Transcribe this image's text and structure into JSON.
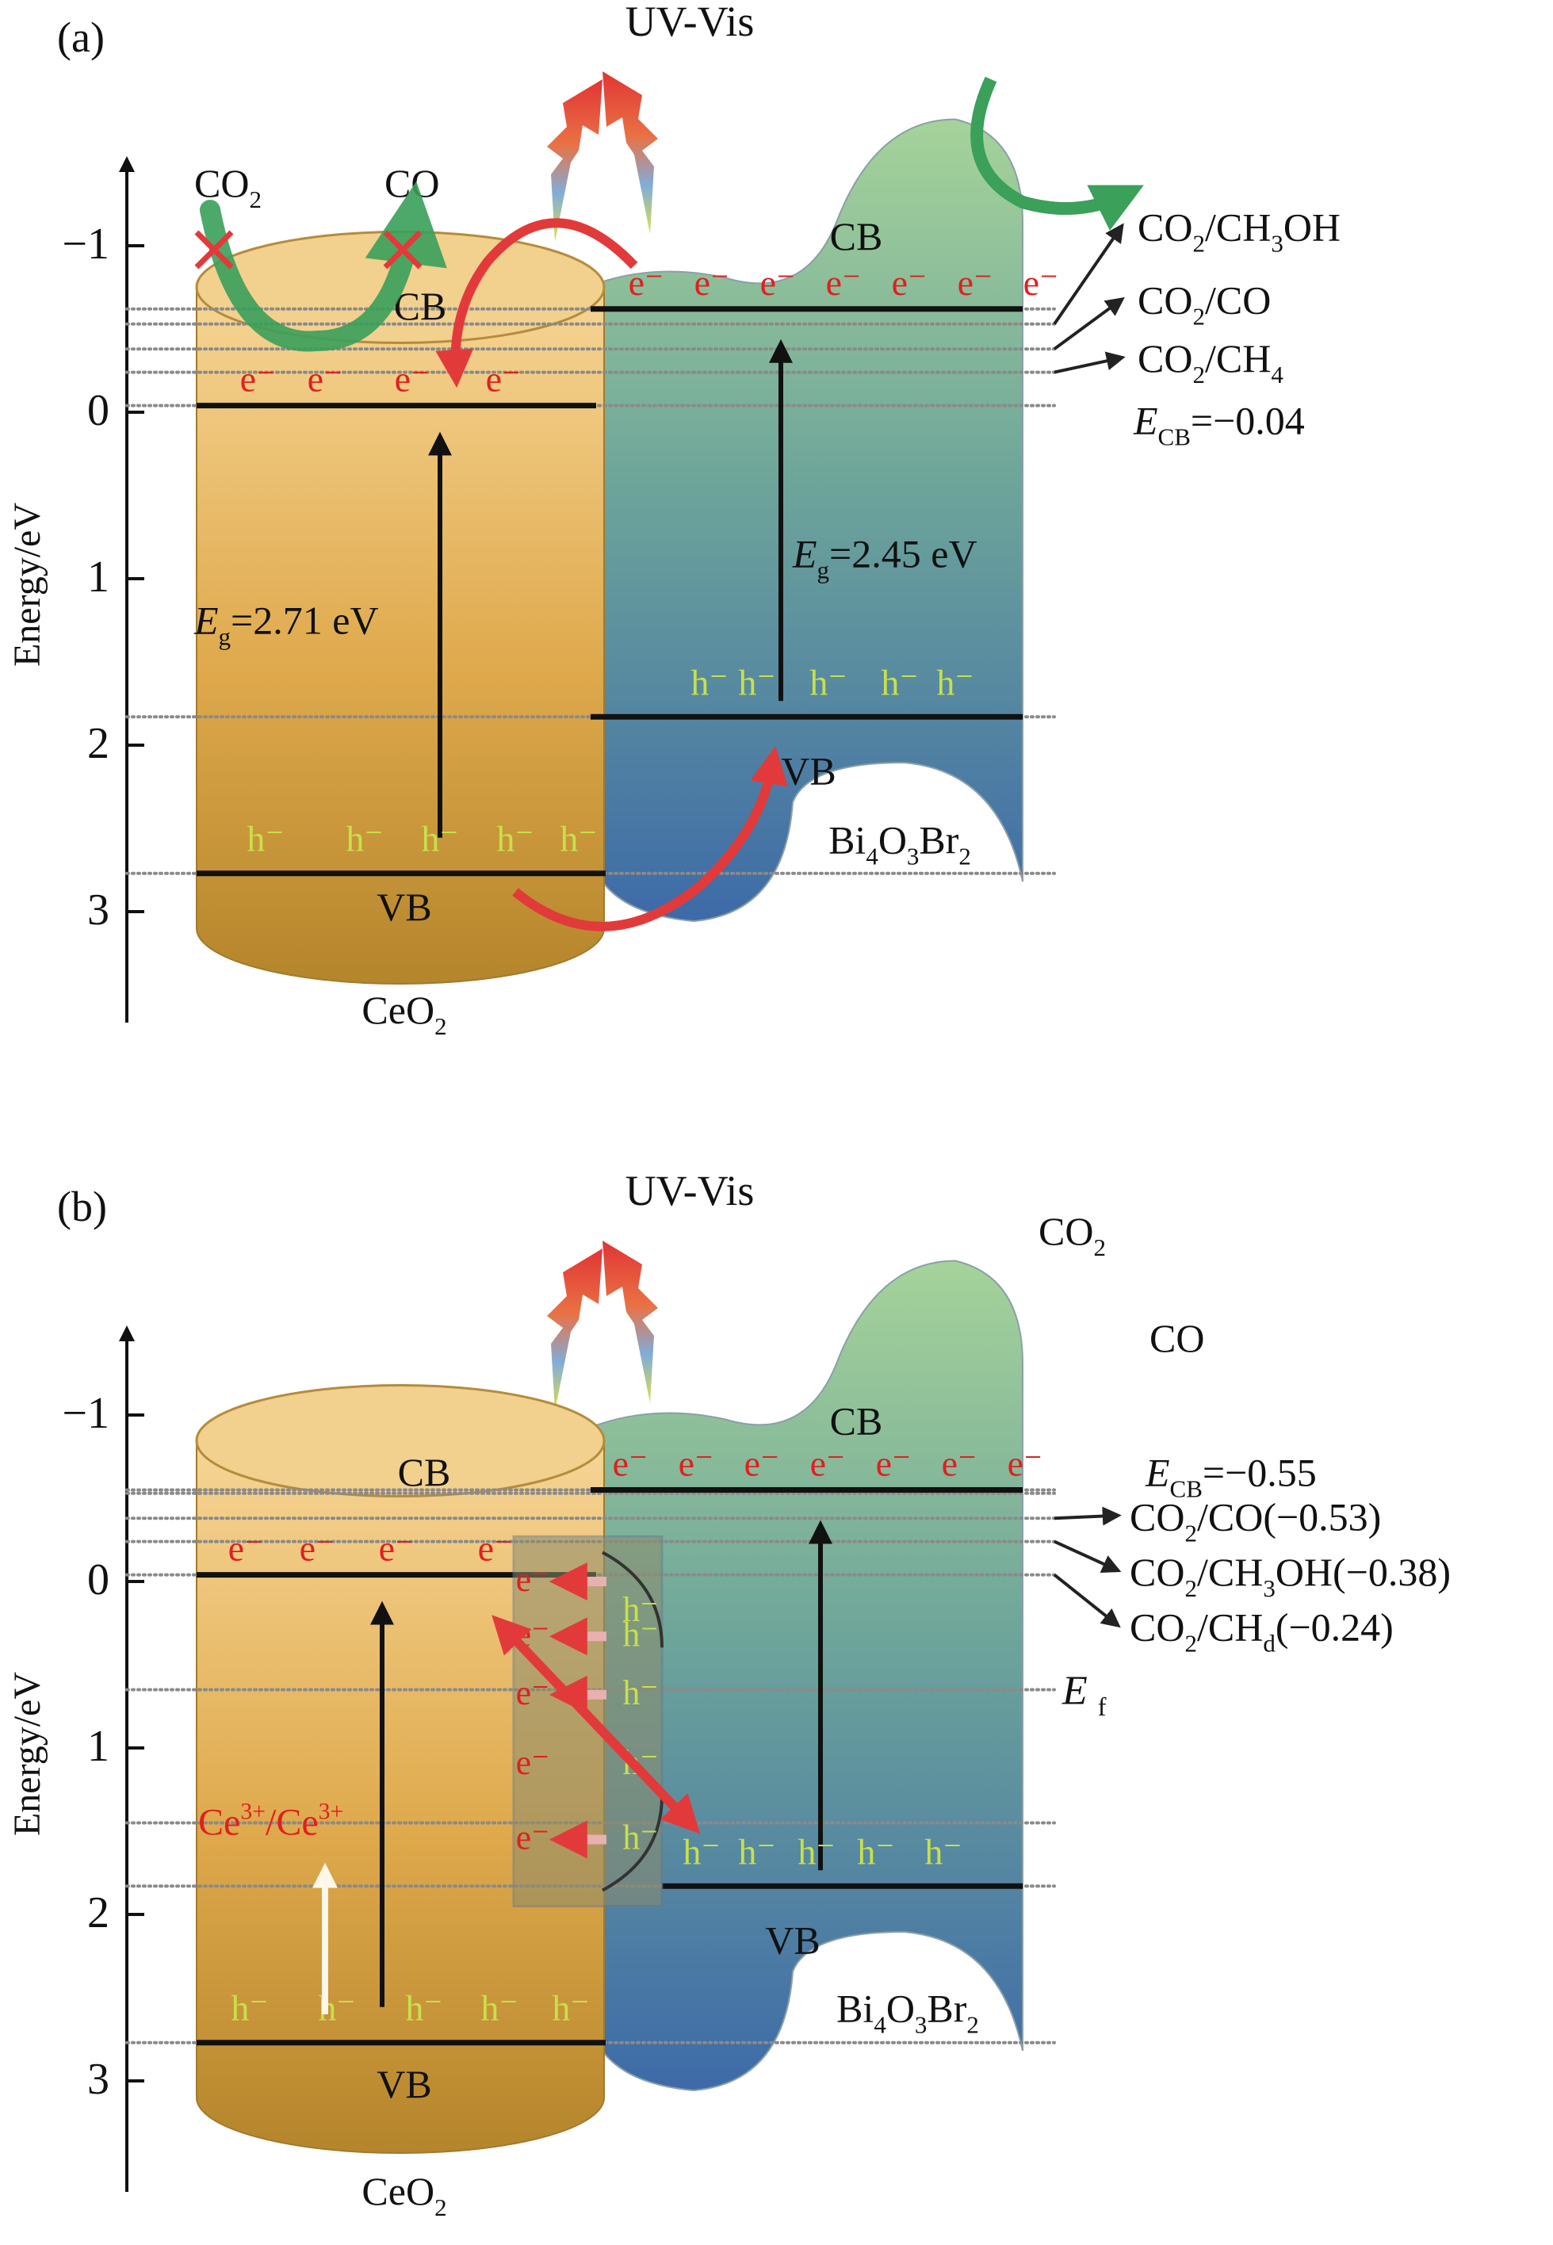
{
  "panel_a": {
    "label": "(a)",
    "light": "UV-Vis",
    "axis": {
      "label": "Energy/eV",
      "ticks": [
        "−1",
        "0",
        "1",
        "2",
        "3"
      ],
      "values": [
        -1,
        0,
        1,
        2,
        3
      ]
    },
    "left_material": {
      "name": "CeO",
      "sub": "2",
      "cb": "CB",
      "vb": "VB",
      "cb_ev": -0.04,
      "vb_ev": 2.77
    },
    "right_material": {
      "name": "Bi",
      "sub1": "4",
      "mid1": "O",
      "sub2": "3",
      "mid2": "Br",
      "sub3": "2",
      "cb": "CB",
      "vb": "VB",
      "cb_ev": -0.62,
      "vb_ev": 1.83
    },
    "gap_left": {
      "sym": "E",
      "sub": "g",
      "val": "=2.71 eV"
    },
    "gap_right": {
      "sym": "E",
      "sub": "g",
      "val": "=2.45 eV"
    },
    "reactant": {
      "name": "CO",
      "sub": "2"
    },
    "product": "CO",
    "electron": "e⁻",
    "hole": "h⁻",
    "levels": [
      {
        "pre": "CO",
        "sub": "2",
        "post": "/CH",
        "sub2": "3",
        "post2": "OH"
      },
      {
        "pre": "CO",
        "sub": "2",
        "post": "/CO",
        "sub2": "",
        "post2": ""
      },
      {
        "pre": "CO",
        "sub": "2",
        "post": "/CH",
        "sub2": "4",
        "post2": ""
      }
    ],
    "ecb": {
      "sym": "E",
      "sub": "CB",
      "val": "=−0.04"
    },
    "level_lines_ev": [
      -0.62,
      -0.53,
      -0.38,
      -0.24,
      -0.04,
      1.83,
      2.77
    ]
  },
  "panel_b": {
    "label": "(b)",
    "light": "UV-Vis",
    "axis": {
      "label": "Energy/eV",
      "ticks": [
        "−1",
        "0",
        "1",
        "2",
        "3"
      ],
      "values": [
        -1,
        0,
        1,
        2,
        3
      ]
    },
    "left_material": {
      "name": "CeO",
      "sub": "2",
      "cb": "CB",
      "vb": "VB",
      "cb_ev": -0.04,
      "vb_ev": 2.77
    },
    "right_material": {
      "name": "Bi",
      "sub1": "4",
      "mid1": "O",
      "sub2": "3",
      "mid2": "Br",
      "sub3": "2",
      "cb": "CB",
      "vb": "VB",
      "cb_ev": -0.55,
      "vb_ev": 1.83
    },
    "reactant": {
      "name": "CO",
      "sub": "2"
    },
    "product": "CO",
    "electron": "e⁻",
    "hole": "h⁻",
    "ce_pair": {
      "a": "Ce",
      "sup_a": "3+",
      "mid": "/Ce",
      "sup_b": "3+"
    },
    "ecb": {
      "sym": "E",
      "sub": "CB",
      "val": "=−0.55"
    },
    "levels": [
      {
        "pre": "CO",
        "sub": "2",
        "post": "/CO(−0.53)"
      },
      {
        "pre": "CO",
        "sub": "2",
        "post": "/CH",
        "sub2": "3",
        "post2": "OH(−0.38)"
      },
      {
        "pre": "CO",
        "sub": "2",
        "post": "/CH",
        "sub2": "d",
        "post2": "(−0.24)"
      }
    ],
    "ef": {
      "sym": "E",
      "sub": "f"
    },
    "level_lines_ev": [
      -0.55,
      -0.53,
      -0.38,
      -0.24,
      -0.04,
      0.65,
      1.45,
      1.83,
      2.77
    ]
  },
  "colors": {
    "ceo2_top": "#f2cf8a",
    "ceo2_bottom": "#b98a2e",
    "bi_top": "#9fcf96",
    "bi_bottom": "#3f6fa8",
    "electron": "#e02020",
    "hole": "#c8e04a",
    "arrow_red": "#e23a3a",
    "arrow_green": "#3aa05a"
  }
}
